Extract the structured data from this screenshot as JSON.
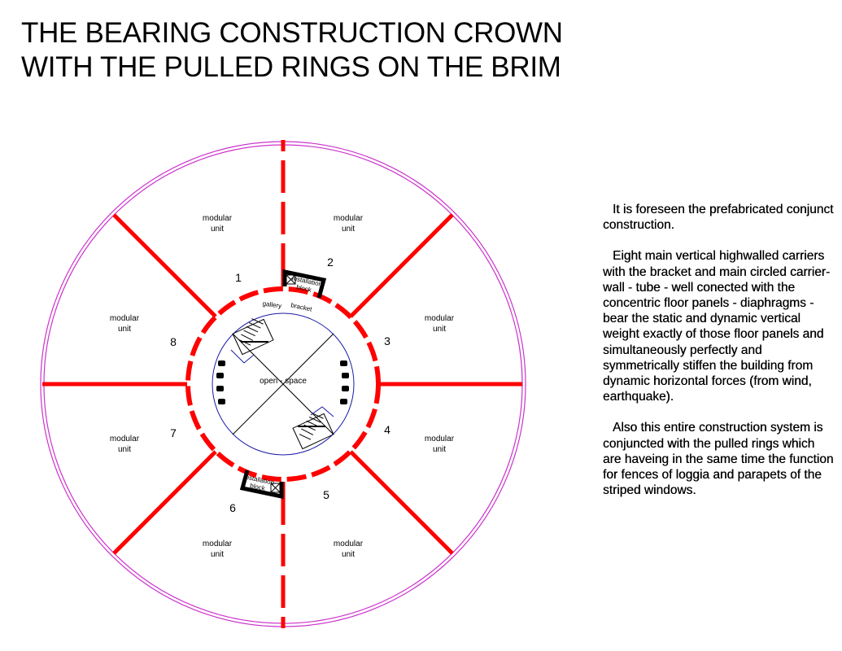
{
  "title": {
    "line1": "THE BEARING CONSTRUCTION CROWN",
    "line2": "WITH THE PULLED RINGS ON THE BRIM"
  },
  "plan": {
    "modular_unit_label": [
      "modular",
      "unit"
    ],
    "carrier_numbers": [
      "1",
      "2",
      "3",
      "4",
      "5",
      "6",
      "7",
      "8"
    ],
    "installation_block_label": [
      "installation",
      "block"
    ],
    "gallery_label": "gallery",
    "bracket_label": "bracket",
    "open_space_label": "open - space"
  },
  "description": {
    "paragraphs": [
      "It is foreseen the prefabricated conjunct construction.",
      "Eight main vertical highwalled carriers with the bracket and main circled carrier-wall - tube - well conected with the concentric floor panels - diaphragms - bear the static and dynamic vertical weight exactly of those floor panels and simultaneously perfectly and symmetrically stiffen the building from dynamic horizontal forces (from wind, earthquake).",
      "Also this entire construction system is conjuncted with the pulled rings which are haveing in the same time the function for fences of loggia and parapets of the striped windows."
    ]
  },
  "colors": {
    "carrier": "#ff0000",
    "outer_ring": "#cc33cc",
    "inner_circle": "#1a1aa6",
    "ink": "#000000"
  }
}
